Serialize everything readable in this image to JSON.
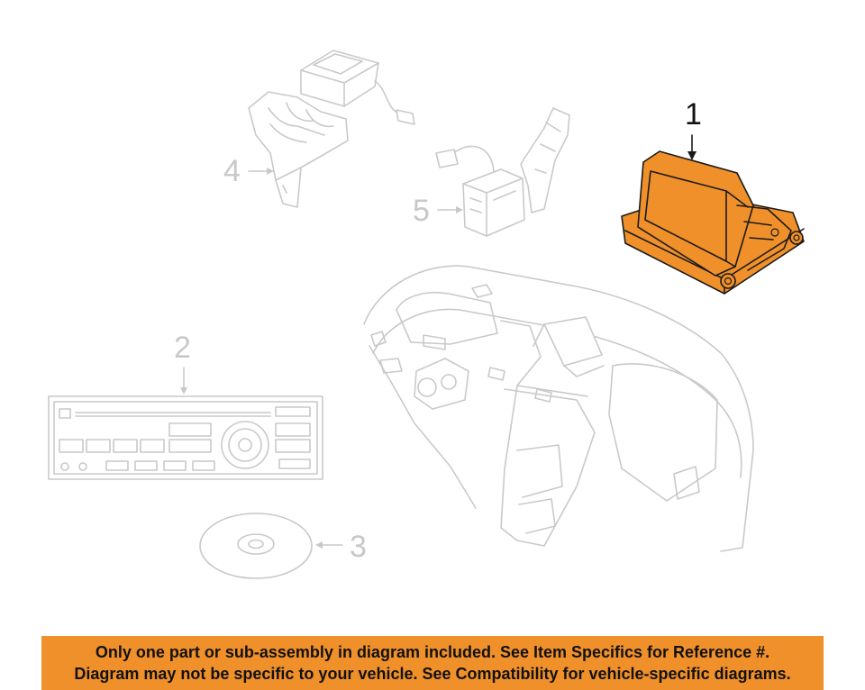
{
  "parts": [
    {
      "number": "1",
      "highlighted": true
    },
    {
      "number": "2",
      "highlighted": false
    },
    {
      "number": "3",
      "highlighted": false
    },
    {
      "number": "4",
      "highlighted": false
    },
    {
      "number": "5",
      "highlighted": false
    }
  ],
  "colors": {
    "highlight": "#f0902a",
    "ghost_line": "#c9c9c9",
    "banner": "#f0902a"
  },
  "banner": {
    "line1": "Only one part or sub-assembly in diagram included. See Item Specifics for Reference #.",
    "line2": "Diagram may not be specific to your vehicle. See Compatibility for vehicle-specific diagrams."
  }
}
